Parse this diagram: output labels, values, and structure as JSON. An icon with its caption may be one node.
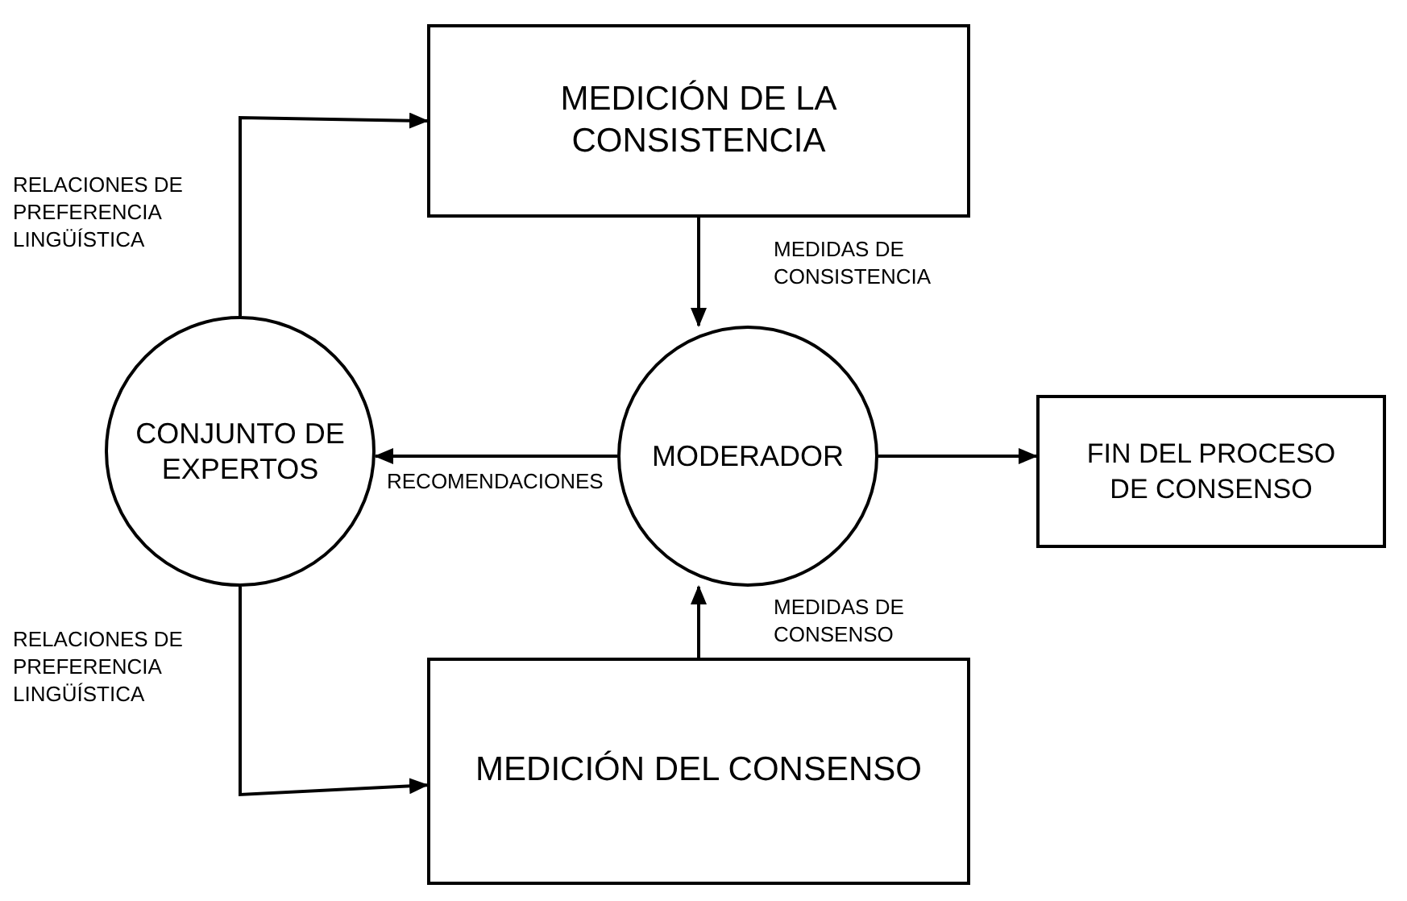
{
  "diagram": {
    "nodes": [
      {
        "text": [
          "MEDICIÓN DE LA CONSISTENCIA"
        ]
      },
      {
        "text": [
          "CONJUNTO DE EXPERTOS"
        ]
      },
      {
        "text": [
          "MODERADOR"
        ]
      },
      {
        "text": [
          "FIN DEL PROCESO DE CONSENSO"
        ]
      },
      {
        "text": [
          "MEDICIÓN DEL CONSENSO"
        ]
      }
    ],
    "edges": [
      {
        "from": 1,
        "to": 0,
        "arrow": "to",
        "label": "RELACIONES DE PREFERENCIA LINGÜÍSTICA"
      },
      {
        "from": 0,
        "to": 2,
        "arrow": "to",
        "label": "MEDIDAS DE CONSISTENCIA"
      },
      {
        "from": 2,
        "to": 1,
        "arrow": "to",
        "label": "RECOMENDACIONES"
      },
      {
        "from": 2,
        "to": 3,
        "arrow": "to"
      },
      {
        "from": 4,
        "to": 2,
        "arrow": "to",
        "label": "MEDIDAS DE CONSENSO"
      },
      {
        "from": 1,
        "to": 4,
        "arrow": "to",
        "label": "RELACIONES DE PREFERENCIA LINGÜÍSTICA"
      }
    ]
  }
}
